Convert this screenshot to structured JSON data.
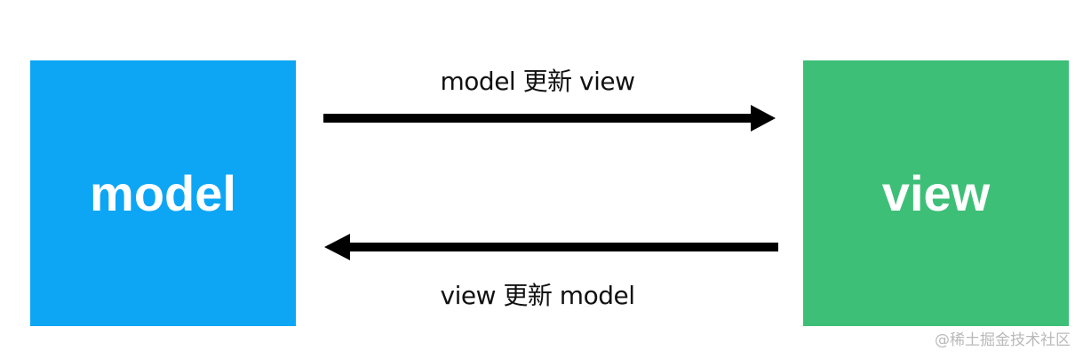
{
  "diagram": {
    "nodes": [
      {
        "id": "model",
        "label": "model",
        "color": "#0DA6F5"
      },
      {
        "id": "view",
        "label": "view",
        "color": "#3DBF77"
      }
    ],
    "edges": [
      {
        "from": "model",
        "to": "view",
        "label": "model 更新 view",
        "direction": "right"
      },
      {
        "from": "view",
        "to": "model",
        "label": "view 更新 model",
        "direction": "left"
      }
    ],
    "arrow_color": "#000000"
  },
  "watermark": "@稀土掘金技术社区"
}
